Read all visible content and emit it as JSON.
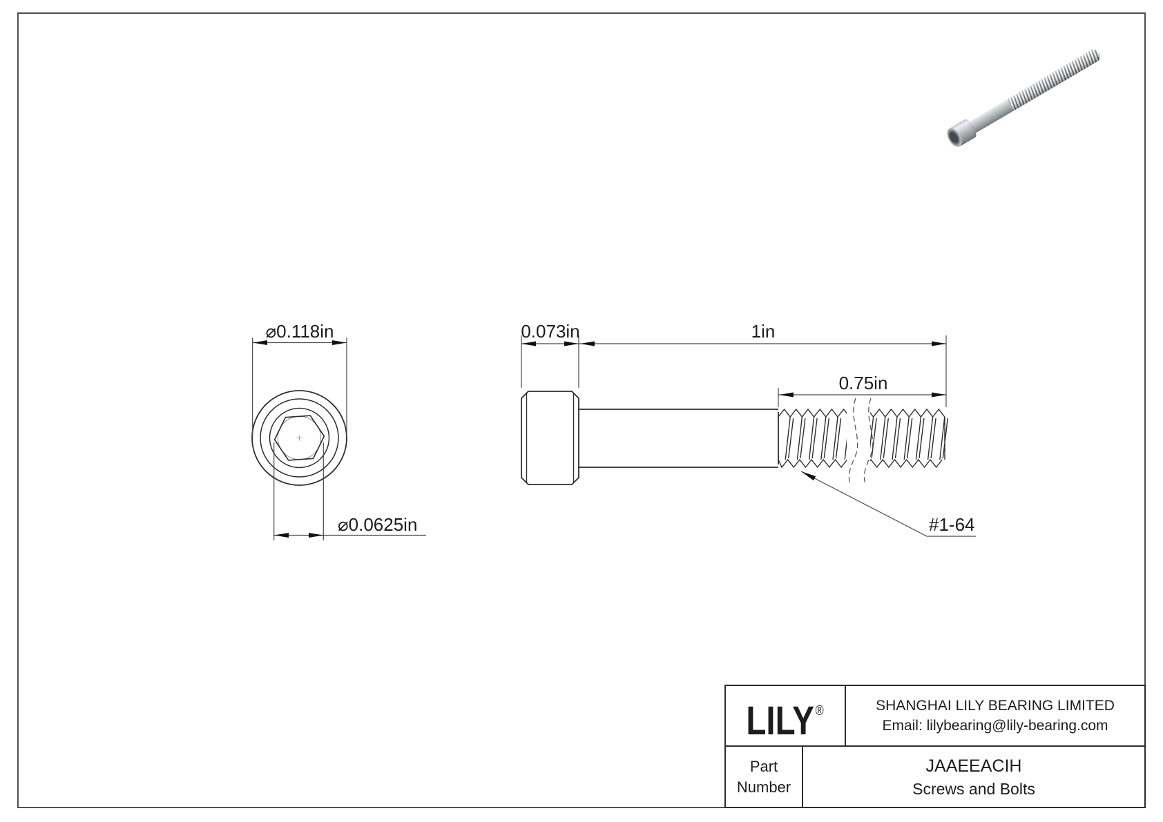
{
  "page": {
    "background": "#ffffff",
    "border_color": "#4f4f4f",
    "line_color": "#2d2d2d",
    "dim_color": "#3f3f3f"
  },
  "views": {
    "front": {
      "head_diameter_label": "⌀0.118in",
      "socket_width_label": "⌀0.0625in"
    },
    "side": {
      "head_height_label": "0.073in",
      "length_label": "1in",
      "thread_length_label": "0.75in",
      "thread_spec_label": "#1-64"
    }
  },
  "title_block": {
    "brand": "LILY",
    "registered_mark": "®",
    "company_name": "SHANGHAI LILY BEARING LIMITED",
    "email": "Email: lilybearing@lily-bearing.com",
    "part_label": [
      "Part",
      "Number"
    ],
    "part_number": "JAAEEACIH",
    "category": "Screws and Bolts"
  }
}
